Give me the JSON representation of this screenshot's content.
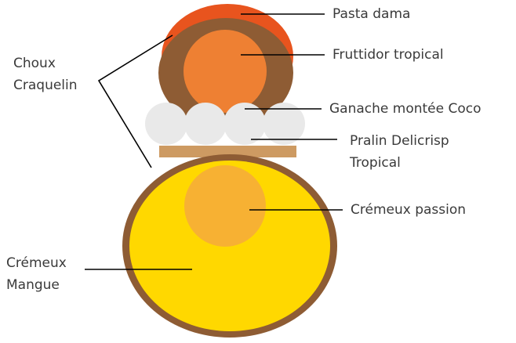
{
  "colors": {
    "pasta_dama": "#e8541e",
    "choux": "#8e5c34",
    "fruttidor": "#ee8033",
    "ganache": "#e9e9e9",
    "pralin": "#cd9a62",
    "cremeux_passion": "#f7b133",
    "cremeux_mangue": "#ffd800",
    "leader": "#000000",
    "text": "#3a3a3a"
  },
  "labels": {
    "pasta_dama": "Pasta dama",
    "fruttidor": "Fruttidor tropical",
    "choux": "Choux\nCraquelin",
    "ganache": "Ganache montée Coco",
    "pralin": "Pralin Delicrisp\nTropical",
    "cremeux_passion": "Crémeux passion",
    "cremeux_mangue": "Crémeux\nMangue"
  }
}
